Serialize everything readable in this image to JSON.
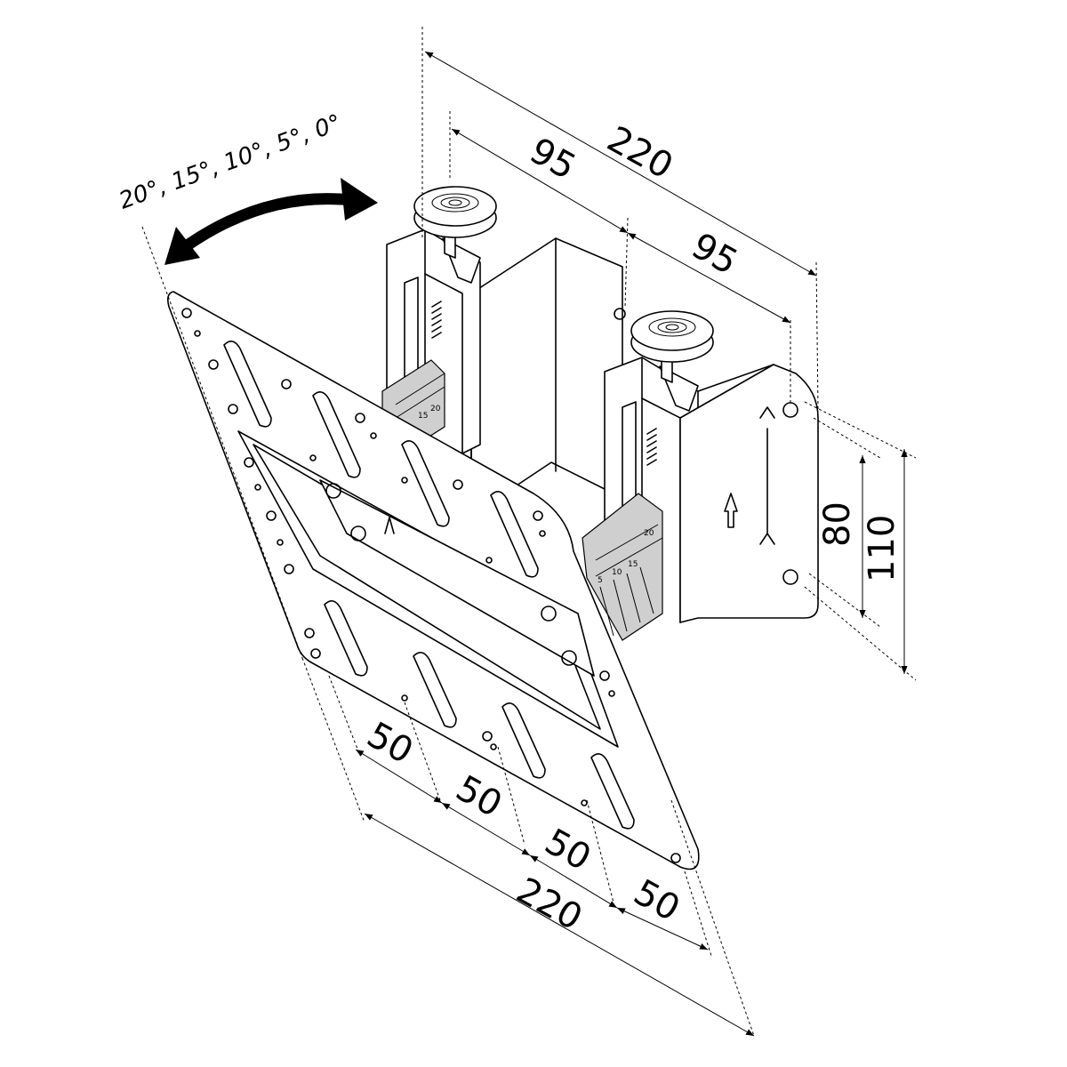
{
  "dimensions": {
    "top_total": "220",
    "top_left": "95",
    "top_right": "95",
    "bracket_inner_height": "80",
    "bracket_outer_height": "110",
    "bottom_spacing": [
      "50",
      "50",
      "50",
      "50"
    ],
    "bottom_total": "220"
  },
  "tilt_angles": "20°, 15°, 10°, 5°, 0°",
  "scale_marks": {
    "upper": [
      "15",
      "20"
    ],
    "lower": [
      "5",
      "10",
      "15",
      "20"
    ]
  }
}
